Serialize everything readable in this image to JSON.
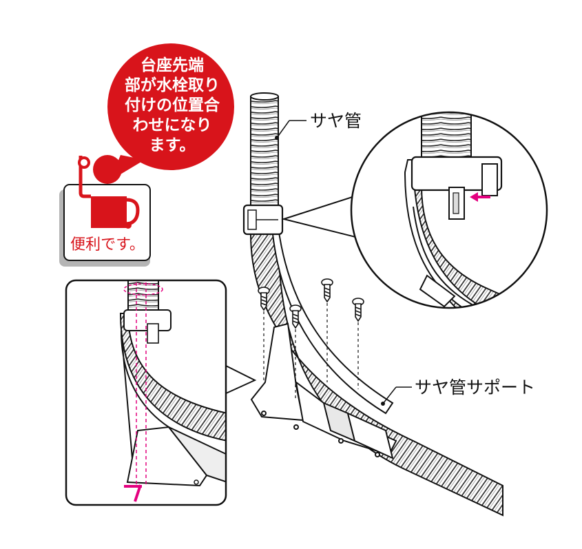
{
  "callout": {
    "lines": [
      "台座先端",
      "部が水栓取り",
      "付けの位置合",
      "わせになり",
      "ます。"
    ]
  },
  "badge": {
    "text": "便利です。"
  },
  "labels": {
    "saya_kan": "サヤ管",
    "saya_kan_support": "サヤ管サポート"
  },
  "colors": {
    "accent_red": "#d8141b",
    "magenta": "#e4007f",
    "outline": "#111111",
    "shadow": "#b5b5b5"
  }
}
